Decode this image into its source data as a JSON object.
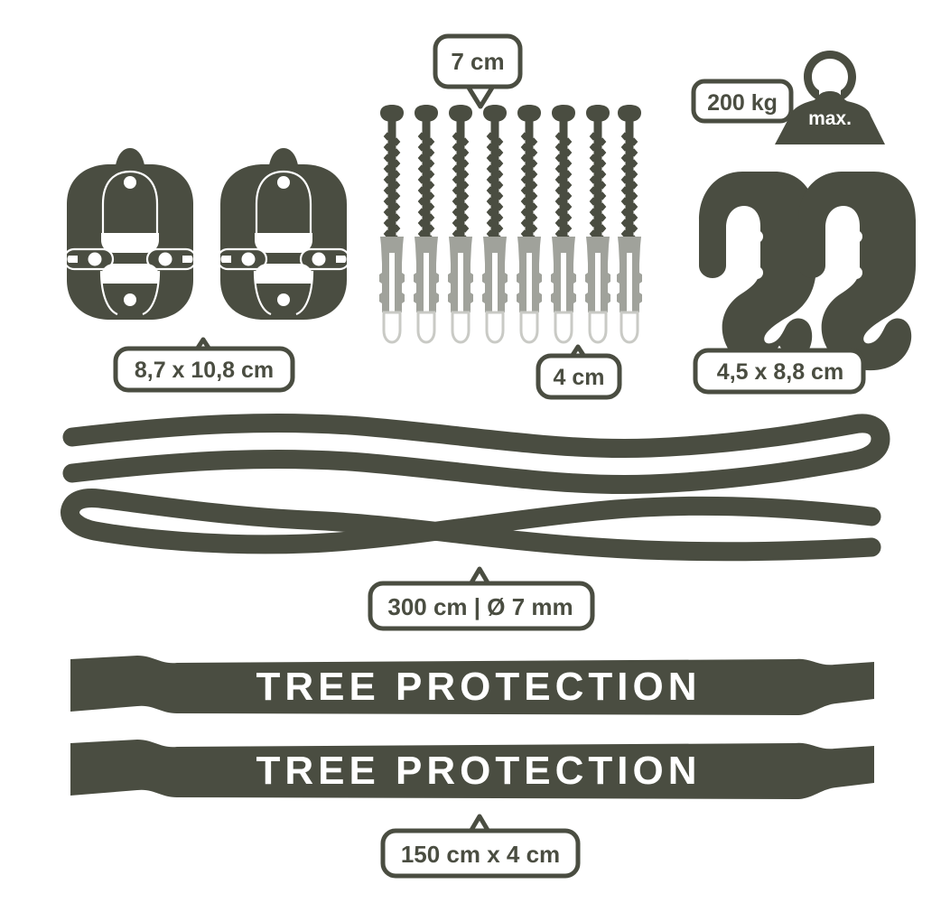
{
  "page": {
    "title": "Mounting hardware kit contents",
    "background_color": "#ffffff",
    "dark_color": "#4a4d41",
    "plug_color": "#a0a29b",
    "plug_tip_color": "#c9cac5",
    "label_fill": "#ffffff",
    "label_stroke": "#4a4d41"
  },
  "groups": [
    {
      "id": "mounting-plates",
      "name": "Wall mounting plates",
      "count": 2,
      "label": "8,7 x 10,8 cm"
    },
    {
      "id": "screws",
      "name": "Screws",
      "count": 8,
      "label": "7 cm"
    },
    {
      "id": "wall-plugs",
      "name": "Wall plugs / anchors",
      "count": 8,
      "label": "4 cm"
    },
    {
      "id": "hooks",
      "name": "S hooks",
      "count": 2,
      "label": "4,5 x 8,8 cm"
    },
    {
      "id": "ropes",
      "name": "Ropes",
      "count": 2,
      "label": "300 cm | Ø 7 mm"
    },
    {
      "id": "tree-protection-straps",
      "name": "Tree protection straps",
      "count": 2,
      "label": "150 cm x 4 cm"
    }
  ],
  "labels": {
    "plates": "8,7 x 10,8 cm",
    "screws": "7 cm",
    "plugs": "4 cm",
    "hooks": "4,5 x 8,8 cm",
    "rope": "300 cm | Ø 7 mm",
    "strap": "150 cm x 4 cm",
    "weight_capacity": "200 kg",
    "weight_max": "max."
  },
  "straps": {
    "items": [
      {
        "text": "TREE PROTECTION"
      },
      {
        "text": "TREE PROTECTION"
      }
    ]
  },
  "icons": {
    "weight": "weight-icon"
  }
}
